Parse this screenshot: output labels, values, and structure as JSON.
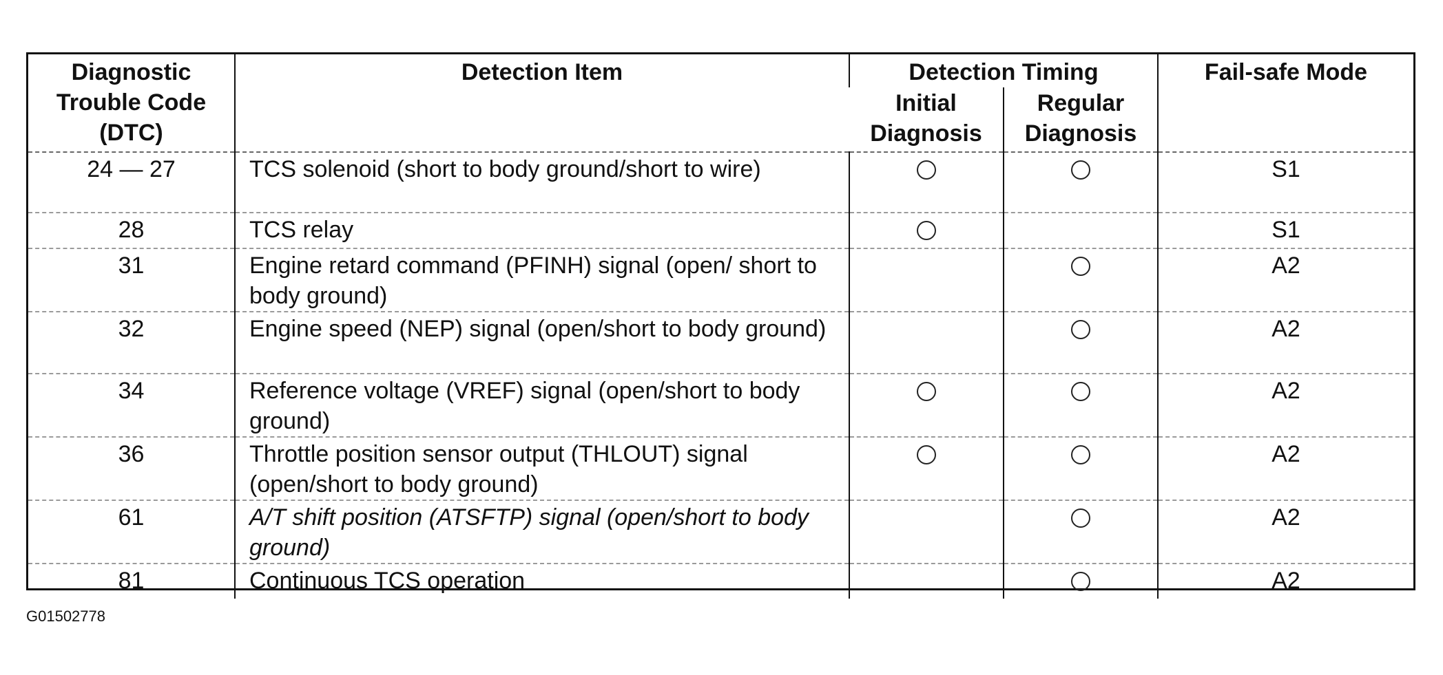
{
  "headers": {
    "dtc": "Diagnostic Trouble Code (DTC)",
    "dtc_line1": "Diagnostic",
    "dtc_line2": "Trouble Code",
    "dtc_line3": "(DTC)",
    "detection_item": "Detection Item",
    "detection_timing": "Detection Timing",
    "initial_line1": "Initial",
    "initial_line2": "Diagnosis",
    "regular_line1": "Regular",
    "regular_line2": "Diagnosis",
    "fail_safe": "Fail-safe Mode"
  },
  "rows": [
    {
      "dtc": "24 — 27",
      "item": "TCS solenoid (short to body ground/short to wire)",
      "initial": true,
      "regular": true,
      "fail_safe": "S1"
    },
    {
      "dtc": "28",
      "item": "TCS relay",
      "initial": true,
      "regular": false,
      "fail_safe": "S1"
    },
    {
      "dtc": "31",
      "item": "Engine retard command (PFINH) signal (open/ short to body ground)",
      "initial": false,
      "regular": true,
      "fail_safe": "A2"
    },
    {
      "dtc": "32",
      "item": "Engine speed (NEP) signal (open/short to body ground)",
      "initial": false,
      "regular": true,
      "fail_safe": "A2"
    },
    {
      "dtc": "34",
      "item": "Reference voltage (VREF) signal (open/short to body ground)",
      "initial": true,
      "regular": true,
      "fail_safe": "A2"
    },
    {
      "dtc": "36",
      "item": "Throttle position sensor output (THLOUT) signal (open/short to body ground)",
      "initial": true,
      "regular": true,
      "fail_safe": "A2"
    },
    {
      "dtc": "61",
      "item": "A/T shift position (ATSFTP) signal (open/short to body ground)",
      "initial": false,
      "regular": true,
      "fail_safe": "A2"
    },
    {
      "dtc": "81",
      "item": "Continuous TCS operation",
      "initial": false,
      "regular": true,
      "fail_safe": "A2"
    }
  ],
  "figure_id": "G01502778"
}
